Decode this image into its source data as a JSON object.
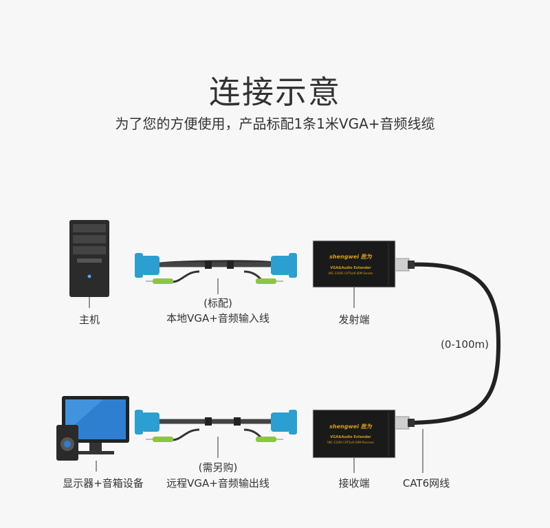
{
  "header": {
    "title": "连接示意",
    "subtitle": "为了您的方便使用，产品标配1条1米VGA+音频线缆"
  },
  "top_row": {
    "host_label": "主机",
    "cable_note": "(标配)",
    "cable_label": "本地VGA+音频输入线",
    "transmitter_label": "发射端",
    "transmitter_brand": "shengwei 胜为",
    "transmitter_model": "VGA&Audio Extender",
    "transmitter_spec": "VKC-1100S CAT5e/6 60M Sender"
  },
  "bottom_row": {
    "display_label": "显示器+音箱设备",
    "cable_note": "(需另购)",
    "cable_label": "远程VGA+音频输出线",
    "receiver_label": "接收端",
    "receiver_brand": "shengwei 胜为",
    "receiver_model": "VGA&Audio Extender",
    "receiver_spec": "VKC-1100S CAT5e/6 60M Receiver",
    "network_label": "CAT6网线"
  },
  "distance_label": "(0-100m)",
  "colors": {
    "vga_blue": "#2a9fd0",
    "audio_green": "#8cc63f",
    "box": "#1a1a1a",
    "box_text": "#d4a017"
  }
}
